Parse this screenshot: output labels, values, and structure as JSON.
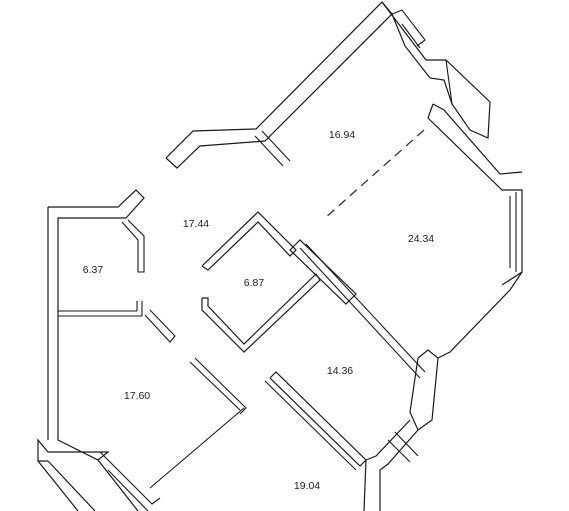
{
  "rooms": [
    {
      "id": "r1",
      "area": "16.94"
    },
    {
      "id": "r2",
      "area": "17.44"
    },
    {
      "id": "r3",
      "area": "24.34"
    },
    {
      "id": "r4",
      "area": "6.37"
    },
    {
      "id": "r5",
      "area": "6.87"
    },
    {
      "id": "r6",
      "area": "14.36"
    },
    {
      "id": "r7",
      "area": "17.60"
    },
    {
      "id": "r8",
      "area": "19.04"
    }
  ]
}
